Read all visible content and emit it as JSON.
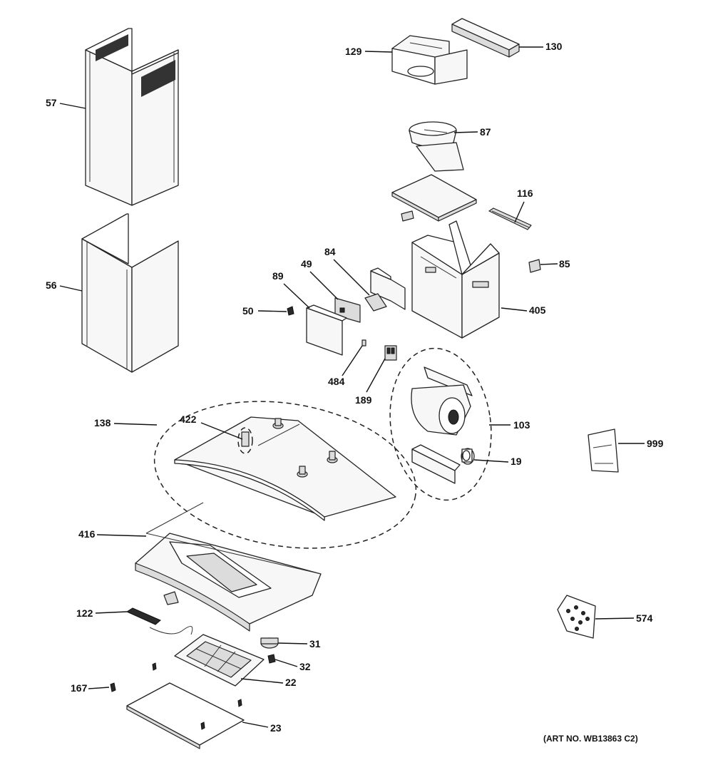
{
  "callouts": {
    "c57": "57",
    "c56": "56",
    "c129": "129",
    "c130": "130",
    "c87": "87",
    "c116": "116",
    "c85": "85",
    "c405": "405",
    "c84": "84",
    "c49": "49",
    "c89": "89",
    "c50": "50",
    "c484": "484",
    "c189": "189",
    "c103": "103",
    "c19": "19",
    "c999": "999",
    "c138": "138",
    "c422": "422",
    "c416": "416",
    "c122": "122",
    "c31": "31",
    "c32": "32",
    "c22": "22",
    "c167": "167",
    "c23": "23",
    "c574": "574"
  },
  "art_number": "(ART NO. WB13863 C2)"
}
